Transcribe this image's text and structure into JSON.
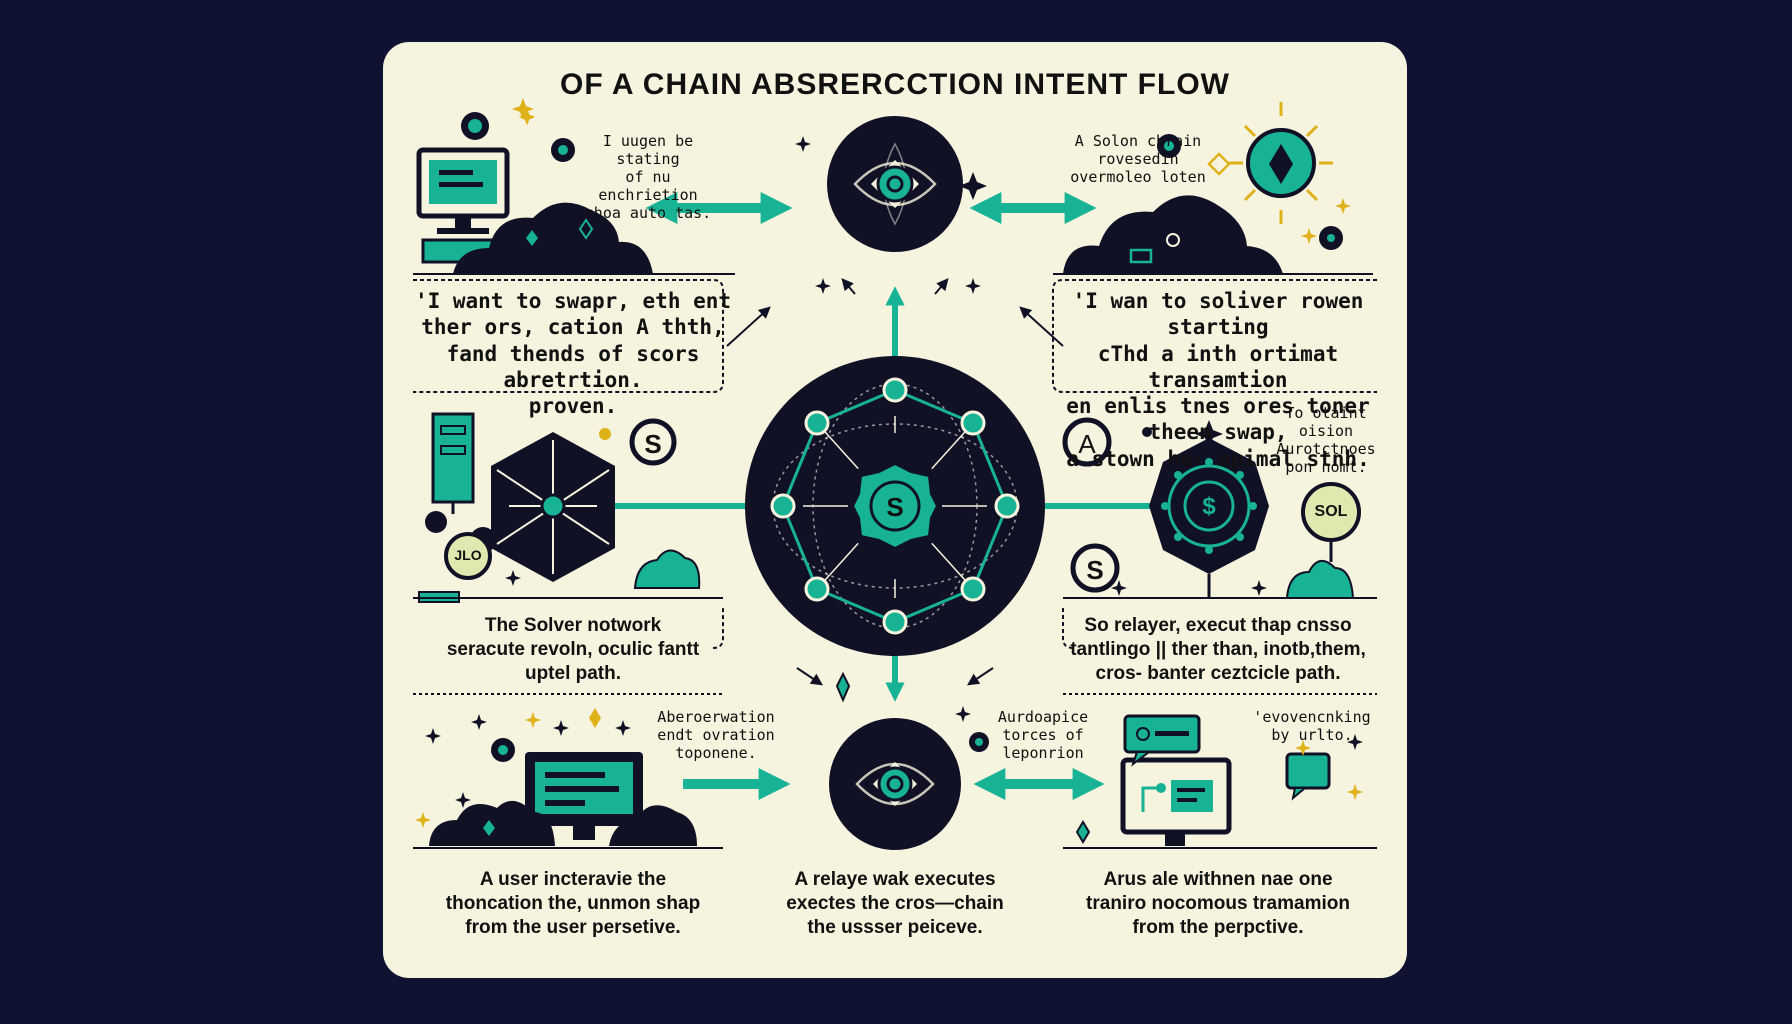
{
  "title": "OF A CHAIN ABSRERCCTION INTENT FLOW",
  "notes": {
    "top_left": "I uugen be stating\nof nu enchrietion\nchoa auto tas.",
    "top_right": "A Solon cbrain\nrovesedin\novermoleo loten",
    "mid_right": "To otaint\noision\nAurotctnoes\npon nomt.",
    "bottom_left": "Aberoerwation\nendt ovration\ntoponene.",
    "bottom_right_a": "Aurdoapice\ntorces of\nleponrion",
    "bottom_right_b": "'evovencnking\nby urlto."
  },
  "quotes": {
    "left": "'I want to swapr, eth ent\nther ors, cation A thth,\nfand thends of scors abretrtion.\nproven.",
    "right": "'I wan to soliver rowen starting\ncThd a inth ortimat transamtion\nen enlis tnes ores toner theen swap,\na stown her apimal stnh."
  },
  "captions": {
    "mid_left": "The Solver notwork\nseracute revoln,  oculic fantt\nuptel path.",
    "mid_right": "So relayer, execut thap cnsso\ntantlingo ||  ther than, inotb,them,\ncros- banter ceztcicle path.",
    "bottom_left": "A user incteravie the\nthoncation the, unmon shap\nfrom the user persetive.",
    "bottom_center": "A relaye wak executes\nexectes the cros—chain\nthe ussser peiceve.",
    "bottom_right": "Arus ale withnen nae one\ntraniro nocomous tramamion\nfrom the perpctive."
  },
  "icons": {
    "left_token": "S",
    "right_letter": "A",
    "right_token": "S",
    "sol_badge": "SOL",
    "jlo_badge": "JLO",
    "hub_token": "S"
  },
  "colors": {
    "background": "#0f1230",
    "card": "#f6f3df",
    "dark": "#111126",
    "teal": "#17b394",
    "gold": "#e0b21a"
  }
}
